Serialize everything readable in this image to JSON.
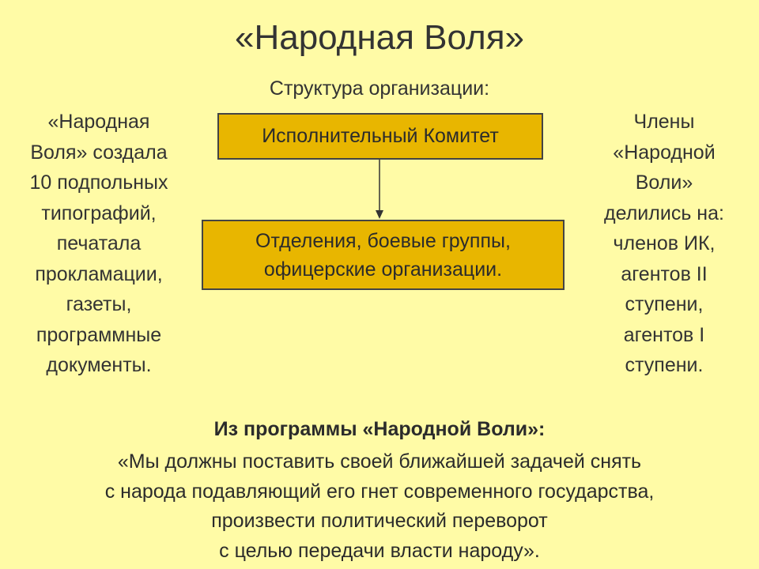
{
  "title": "«Народная Воля»",
  "subtitle": "Структура организации:",
  "left_text": [
    "«Народная",
    "Воля» создала",
    "10 подпольных",
    "типографий,",
    "печатала",
    "прокламации,",
    "газеты,",
    "программные",
    "документы."
  ],
  "right_text": [
    "Члены",
    "«Народной",
    "Воли»",
    "делились на:",
    "членов ИК,",
    "агентов II",
    "ступени,",
    "агентов I",
    "ступени."
  ],
  "diagram": {
    "top_box": "Исполнительный Комитет",
    "bottom_box": [
      "Отделения, боевые группы,",
      "офицерские организации."
    ],
    "colors": {
      "box_fill": "#e8b600",
      "box_border": "#444444",
      "background": "#fffba6"
    }
  },
  "quote": {
    "heading": "Из программы «Народной Воли»:",
    "lines": [
      "«Мы должны поставить своей ближайшей задачей снять",
      "с народа подавляющий его гнет современного государства,",
      "произвести политический переворот",
      "с целью передачи власти народу»."
    ]
  }
}
